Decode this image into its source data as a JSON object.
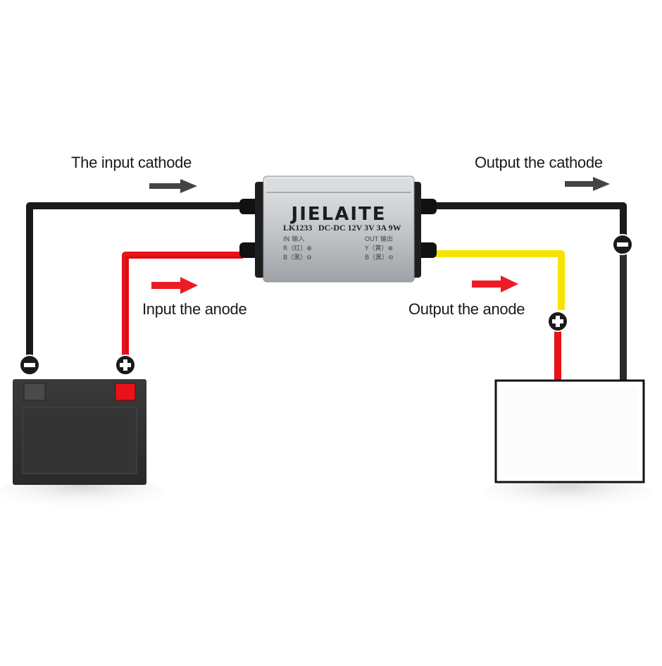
{
  "labels": {
    "input_cathode": "The input cathode",
    "input_anode": "Input the anode",
    "output_cathode": "Output the cathode",
    "output_anode": "Output the anode"
  },
  "converter": {
    "brand": "JIELAITE",
    "model": "LK1233",
    "spec": "DC-DC 12V 3V 3A 9W",
    "in_label": "IN 输入",
    "in_red": "R（红）⊕",
    "in_black": "B（黑）⊖",
    "out_label": "OUT 输出",
    "out_yellow": "Y（黄）⊕",
    "out_black": "B（黑）⊖"
  },
  "terminals": {
    "negative": "−",
    "positive": "+"
  },
  "colors": {
    "black_wire": "#1a1a1a",
    "red_wire": "#e8121a",
    "yellow_wire": "#f5e400",
    "arrow_gray": "#444444",
    "arrow_red": "#ec1c24",
    "housing": "#b8bcc0"
  },
  "icons": {
    "flow_arrow": "right-arrow-icon",
    "minus": "minus-circle-icon",
    "plus": "plus-circle-icon"
  }
}
